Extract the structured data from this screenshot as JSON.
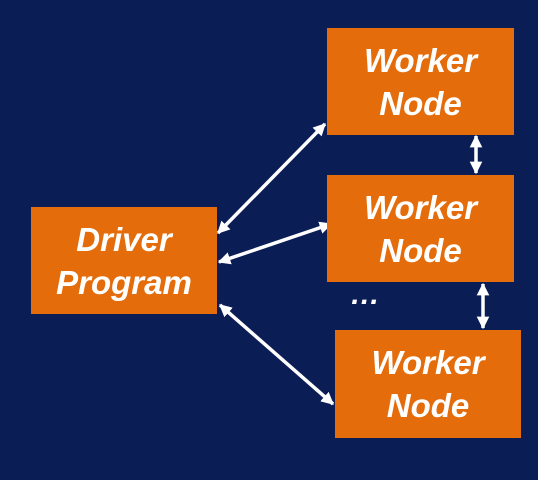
{
  "driver": {
    "line1": "Driver",
    "line2": "Program"
  },
  "workers": [
    {
      "line1": "Worker",
      "line2": "Node"
    },
    {
      "line1": "Worker",
      "line2": "Node"
    },
    {
      "line1": "Worker",
      "line2": "Node"
    }
  ],
  "ellipsis": "…",
  "colors": {
    "background": "#0b1d55",
    "node_fill": "#e46c0a",
    "arrow": "#ffffff",
    "text": "#ffffff"
  }
}
